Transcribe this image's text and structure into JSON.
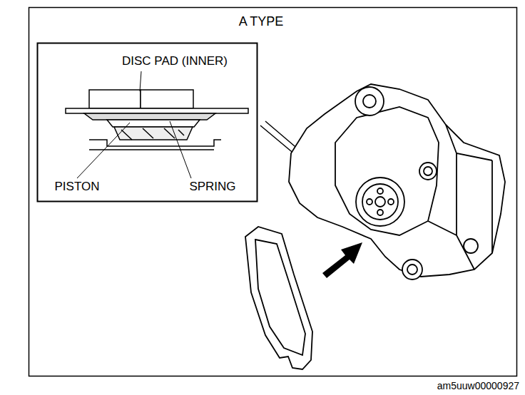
{
  "diagram": {
    "title": "A TYPE",
    "caption": "am5uuw00000927",
    "labels": [
      "DISC PAD (INNER)",
      "PISTON",
      "SPRING"
    ]
  }
}
